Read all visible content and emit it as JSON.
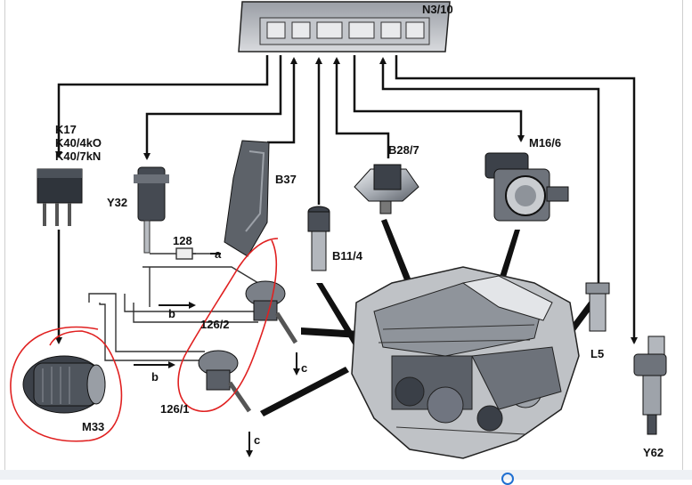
{
  "labels": {
    "ecu": "N3/10",
    "relay_line1": "K17",
    "relay_line2": "K40/4kO",
    "relay_line3": "K40/7kN",
    "valve": "Y32",
    "pedal": "B37",
    "pressure_sensor": "B28/7",
    "throttle": "M16/6",
    "camshaft_sensor": "B11/4",
    "line_128": "128",
    "line_a": "a",
    "line_b_upper": "b",
    "line_b_lower": "b",
    "valve_upper": "126/2",
    "valve_lower": "126/1",
    "line_c_upper": "c",
    "line_c_lower": "c",
    "crank_sensor": "L5",
    "pump": "M33",
    "injector": "Y62"
  },
  "colors": {
    "line": "#111111",
    "annotation": "#e02020",
    "part_dark": "#3a3f47",
    "part_mid": "#8a8f96",
    "part_light": "#d6d8dc"
  }
}
